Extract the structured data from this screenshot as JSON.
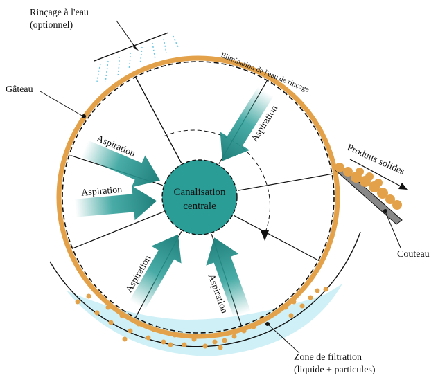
{
  "labels": {
    "rinsing_line1": "Rinçage à l'eau",
    "rinsing_line2": "(optionnel)",
    "cake": "Gâteau",
    "rinse_removal": "Elimination de l'eau de rinçage",
    "solids": "Produits solides",
    "knife": "Couteau",
    "center_line1": "Canalisation",
    "center_line2": "centrale",
    "filtration_line1": "Zone de filtration",
    "filtration_line2": "(liquide + particules)",
    "suction": "Aspiration"
  },
  "colors": {
    "cake": "#e3a24a",
    "teal": "#2a9d97",
    "teal_dark": "#1f7f7a",
    "liquid": "#c9eef5",
    "particles": "#e3a24a",
    "knife": "#888888",
    "spray": "#6ec6e6"
  }
}
